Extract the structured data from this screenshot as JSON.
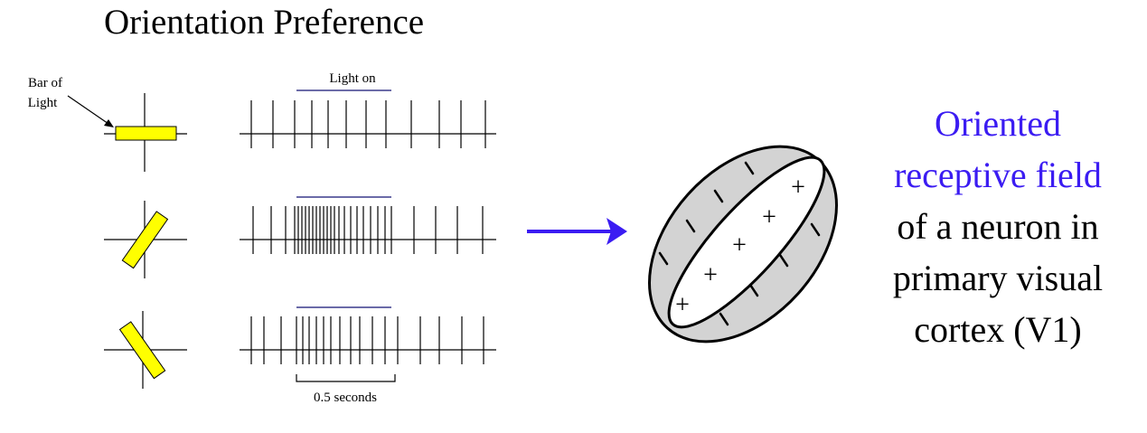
{
  "title": "Orientation Preference",
  "figure": {
    "bar_label_line1": "Bar of",
    "bar_label_line2": "Light",
    "light_on_label": "Light on",
    "timescale_label": "0.5 seconds",
    "bar_color": "#ffff00",
    "rows": [
      {
        "bar_angle_deg": 0,
        "spikes": [
          278,
          302,
          326,
          345,
          363,
          383,
          405,
          427,
          455,
          486,
          510,
          537
        ]
      },
      {
        "bar_angle_deg": -55,
        "spikes": [
          280,
          300,
          316,
          326,
          330,
          334,
          338,
          342,
          346,
          350,
          354,
          358,
          362,
          366,
          370,
          375,
          381,
          388,
          395,
          402,
          410,
          418,
          426,
          433,
          458,
          482,
          506,
          534
        ]
      },
      {
        "bar_angle_deg": 55,
        "spikes": [
          278,
          292,
          311,
          328,
          335,
          342,
          350,
          358,
          366,
          376,
          388,
          398,
          412,
          426,
          440,
          465,
          486,
          511,
          535
        ]
      }
    ]
  },
  "arrow_color": "#3b1cf2",
  "receptive_field": {
    "fill_color": "#d3d3d3",
    "excitatory_symbol": "+",
    "inhibitory_symbol": "–"
  },
  "side_text": {
    "line1": "Oriented",
    "line2": "receptive field",
    "line3": "of a neuron in",
    "line4": "primary visual",
    "line5": "cortex (V1)",
    "accent_color": "#3b1cf2"
  }
}
